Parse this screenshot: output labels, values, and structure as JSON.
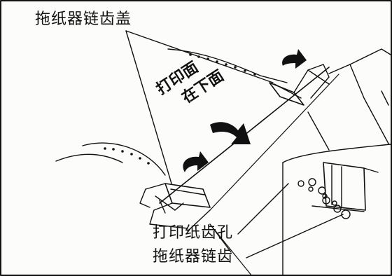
{
  "labels": {
    "tractor_cover": "拖纸器链齿盖",
    "print_side_line1": "打印面",
    "print_side_line2": "在下面",
    "sprocket_holes": "打印纸齿孔",
    "tractor_sprocket": "拖纸器链齿"
  }
}
